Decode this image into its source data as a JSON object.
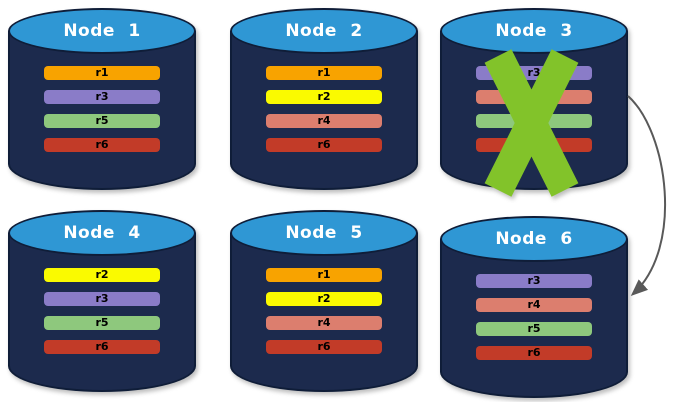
{
  "diagram": {
    "background": "#ffffff",
    "colors": {
      "cylinder_body": "#1c2a4d",
      "cylinder_border": "#0f1d38",
      "cylinder_top": "#2f97d4",
      "title_text": "#ffffff",
      "replica_text": "#000000",
      "failure_x": "#82c32a",
      "arrow": "#595959"
    },
    "nodes": [
      {
        "title": "Node 1",
        "failed": false,
        "replicas": [
          {
            "label": "r1",
            "color": "#f8a300"
          },
          {
            "label": "r3",
            "color": "#8a7cc8"
          },
          {
            "label": "r5",
            "color": "#8ec87d"
          },
          {
            "label": "r6",
            "color": "#c23b28"
          }
        ]
      },
      {
        "title": "Node 2",
        "failed": false,
        "replicas": [
          {
            "label": "r1",
            "color": "#f8a300"
          },
          {
            "label": "r2",
            "color": "#fafa00"
          },
          {
            "label": "r4",
            "color": "#dc7e6e"
          },
          {
            "label": "r6",
            "color": "#c23b28"
          }
        ]
      },
      {
        "title": "Node 3",
        "failed": true,
        "replicas": [
          {
            "label": "r3",
            "color": "#8a7cc8"
          },
          {
            "label": "",
            "color": "#dc7e6e"
          },
          {
            "label": "",
            "color": "#8ec87d"
          },
          {
            "label": "",
            "color": "#c23b28"
          }
        ]
      },
      {
        "title": "Node 4",
        "failed": false,
        "replicas": [
          {
            "label": "r2",
            "color": "#fafa00"
          },
          {
            "label": "r3",
            "color": "#8a7cc8"
          },
          {
            "label": "r5",
            "color": "#8ec87d"
          },
          {
            "label": "r6",
            "color": "#c23b28"
          }
        ]
      },
      {
        "title": "Node 5",
        "failed": false,
        "replicas": [
          {
            "label": "r1",
            "color": "#f8a300"
          },
          {
            "label": "r2",
            "color": "#fafa00"
          },
          {
            "label": "r4",
            "color": "#dc7e6e"
          },
          {
            "label": "r6",
            "color": "#c23b28"
          }
        ]
      },
      {
        "title": "Node 6",
        "failed": false,
        "replicas": [
          {
            "label": "r3",
            "color": "#8a7cc8"
          },
          {
            "label": "r4",
            "color": "#dc7e6e"
          },
          {
            "label": "r5",
            "color": "#8ec87d"
          },
          {
            "label": "r6",
            "color": "#c23b28"
          }
        ]
      }
    ],
    "arrow": {
      "from": "Node 3",
      "to": "Node 6",
      "style": "curved-right"
    }
  }
}
